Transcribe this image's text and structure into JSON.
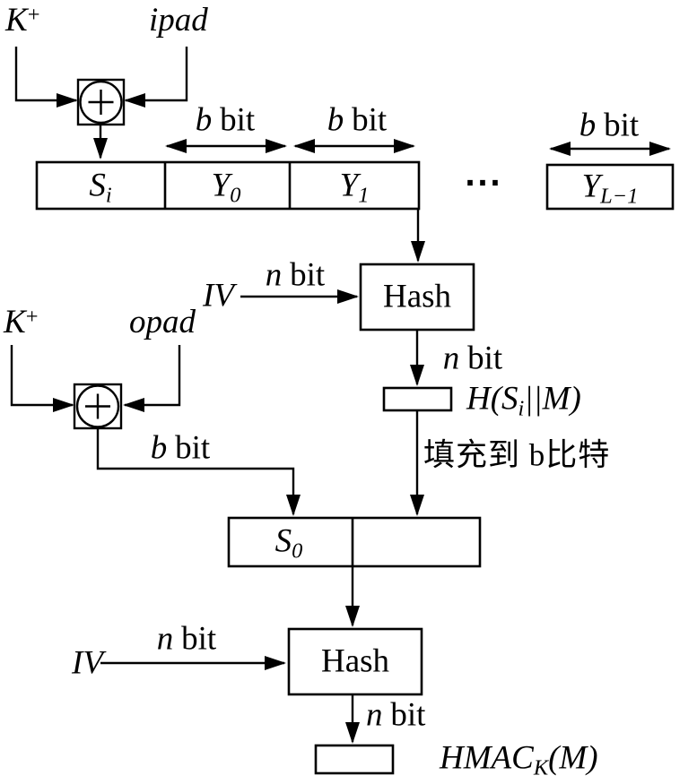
{
  "labels": {
    "k_plus_top": {
      "base": "K",
      "sup": "+"
    },
    "ipad": "ipad",
    "k_plus_bottom": {
      "base": "K",
      "sup": "+"
    },
    "opad": "opad",
    "iv_top": "IV",
    "iv_bottom": "IV",
    "ellipsis": "⋯",
    "pad_note": "填充到 b比特"
  },
  "bit_labels": {
    "b": {
      "var": "b",
      "unit": "bit"
    },
    "n": {
      "var": "n",
      "unit": "bit"
    }
  },
  "blocks": {
    "s_i": {
      "base": "S",
      "sub": "i"
    },
    "y_0": {
      "base": "Y",
      "sub": "0"
    },
    "y_1": {
      "base": "Y",
      "sub": "1"
    },
    "y_l_1": {
      "base": "Y",
      "sub": "L−1"
    },
    "s_0": {
      "base": "S",
      "sub": "0"
    }
  },
  "hash_boxes": {
    "hash1": "Hash",
    "hash2": "Hash"
  },
  "formulas": {
    "h_si_m": {
      "pre": "H(S",
      "sub": "i",
      "post": "||M)"
    },
    "hmac": {
      "pre": "HMAC",
      "sub": "K",
      "post": "(M)"
    }
  },
  "colors": {
    "line": "#000000",
    "background": "#ffffff"
  }
}
